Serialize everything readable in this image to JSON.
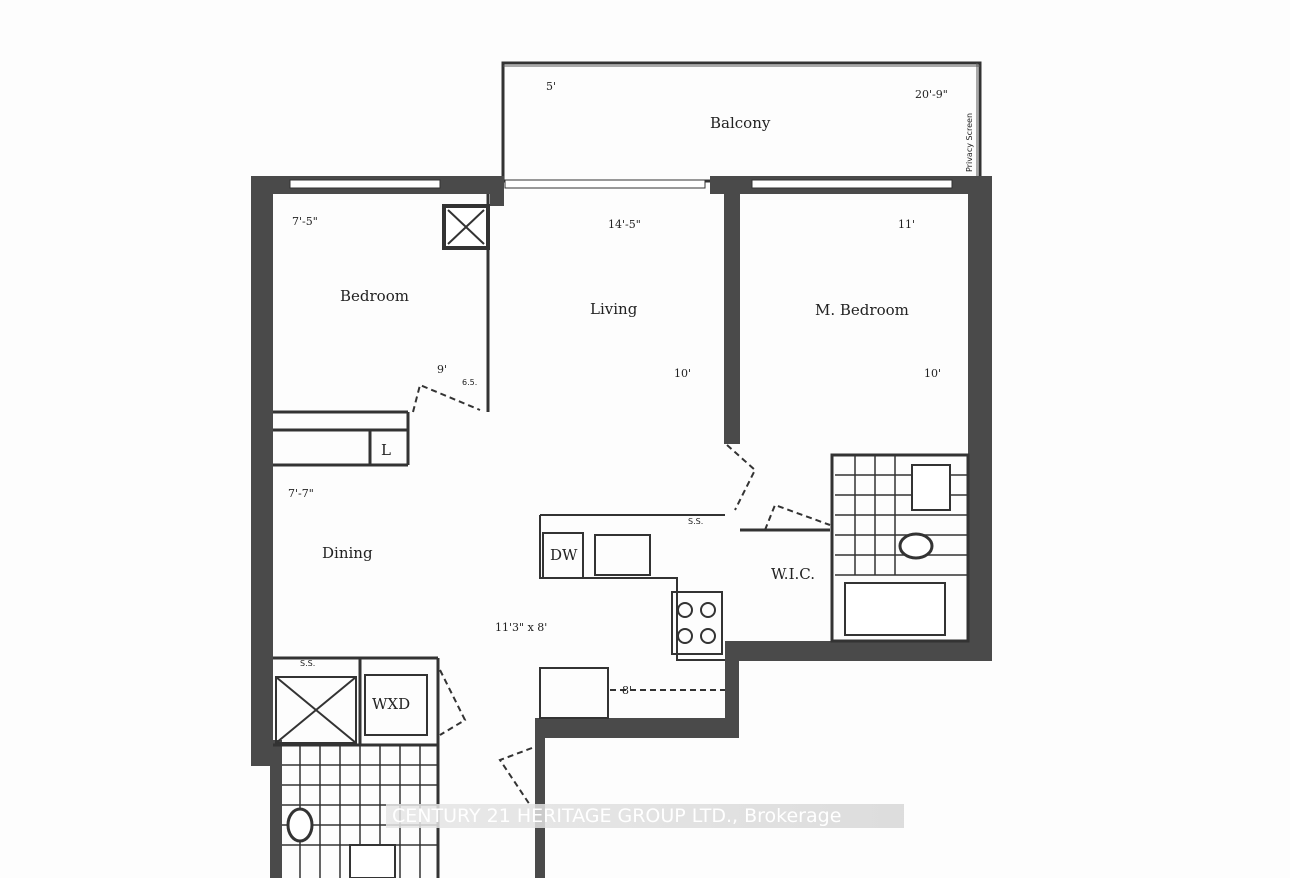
{
  "plan": {
    "rooms": {
      "balcony": {
        "label": "Balcony",
        "dim_depth": "5'",
        "dim_width": "20'-9\"",
        "note": "Privacy Screen"
      },
      "bedroom": {
        "label": "Bedroom",
        "dim_width": "7'-5\"",
        "dim_depth": "9'"
      },
      "living": {
        "label": "Living",
        "dim_width": "14'-5\"",
        "dim_depth": "10'"
      },
      "master_bedroom": {
        "label": "M. Bedroom",
        "dim_width": "11'",
        "dim_depth": "10'"
      },
      "dining": {
        "label": "Dining",
        "dim_width": "7'-7\""
      },
      "kitchen": {
        "dim": "11'3\" x 8'",
        "dw": "DW",
        "counter_dim": "8'"
      },
      "wic": {
        "label": "W.I.C."
      },
      "laundry": {
        "label": "WXD"
      },
      "linen": {
        "label": "L"
      }
    },
    "small_marks": {
      "bedroom_closet": "6.5.",
      "kitchen_shelf": "S.S.",
      "bath_shelf": "S.S."
    }
  },
  "watermark": "CENTURY 21 HERITAGE GROUP LTD., Brokerage"
}
